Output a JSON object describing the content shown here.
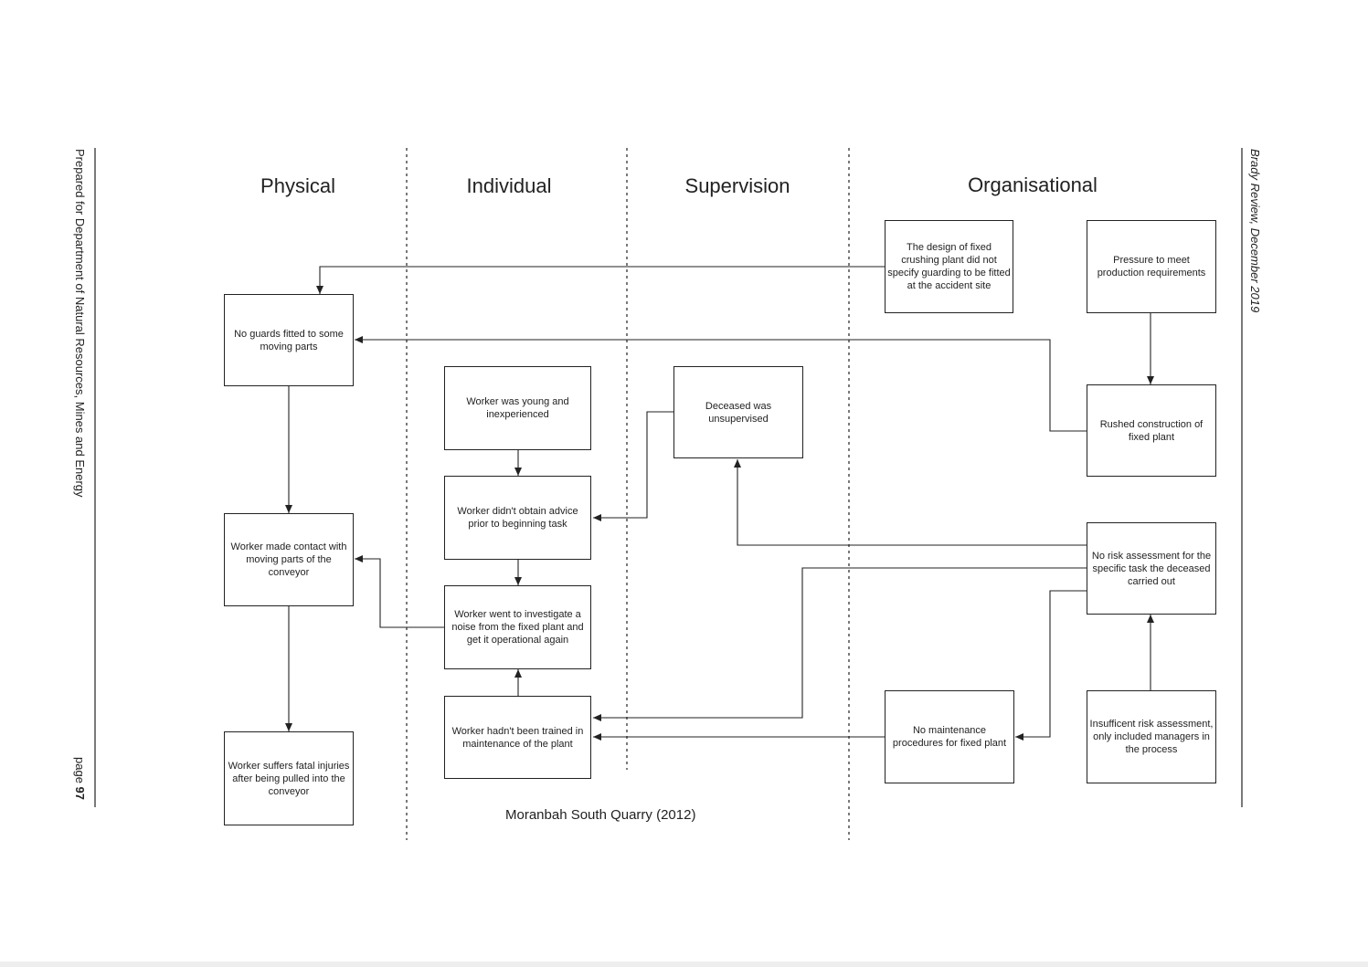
{
  "margins": {
    "left_text": "Prepared for Department of Natural Resources, Mines and Energy",
    "page_label": "page",
    "page_number": "97",
    "right_text": "Brady Review, December 2019"
  },
  "columns": [
    "Physical",
    "Individual",
    "Supervision",
    "Organisational"
  ],
  "boxes": {
    "design": "The design of fixed crushing plant did not specify guarding to be fitted at the accident site",
    "pressure": "Pressure to meet production requirements",
    "no_guards": "No guards fitted to some moving parts",
    "young": "Worker was young and inexperienced",
    "unsupervised": "Deceased was unsupervised",
    "rushed": "Rushed construction of fixed plant",
    "no_advice": "Worker didn't obtain advice prior to beginning task",
    "contact": "Worker made contact with moving parts of the conveyor",
    "no_risk": "No risk assessment for the specific task the deceased carried out",
    "investigate": "Worker went to investigate a noise from the fixed plant and get it operational again",
    "not_trained": "Worker hadn't been trained in maintenance of the plant",
    "no_maintenance": "No maintenance procedures for fixed plant",
    "insufficient": "Insufficent risk assessment, only included managers in the process",
    "fatal": "Worker suffers fatal injuries after being pulled into the conveyor"
  },
  "caption": "Moranbah South Quarry (2012)",
  "colors": {
    "ink": "#222222",
    "paper": "#ffffff"
  }
}
